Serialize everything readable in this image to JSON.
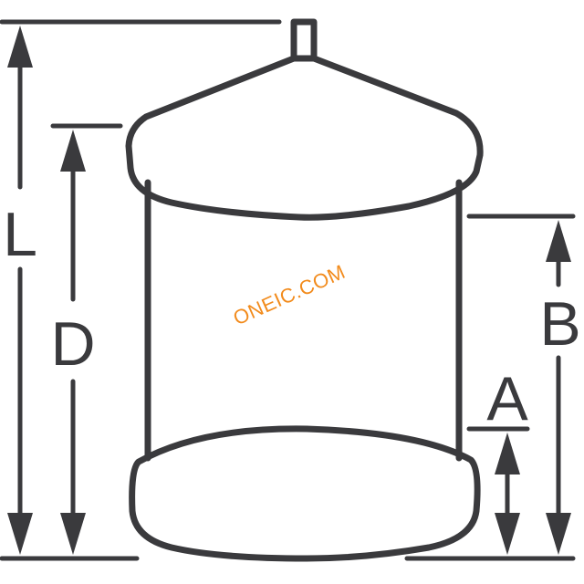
{
  "dimensions": {
    "L": "L",
    "D": "D",
    "B": "B",
    "A": "A"
  },
  "watermark": "ONEIC.COM",
  "colors": {
    "line": "#3a3a3d",
    "watermark": "#f28b1c",
    "background": "#ffffff"
  }
}
